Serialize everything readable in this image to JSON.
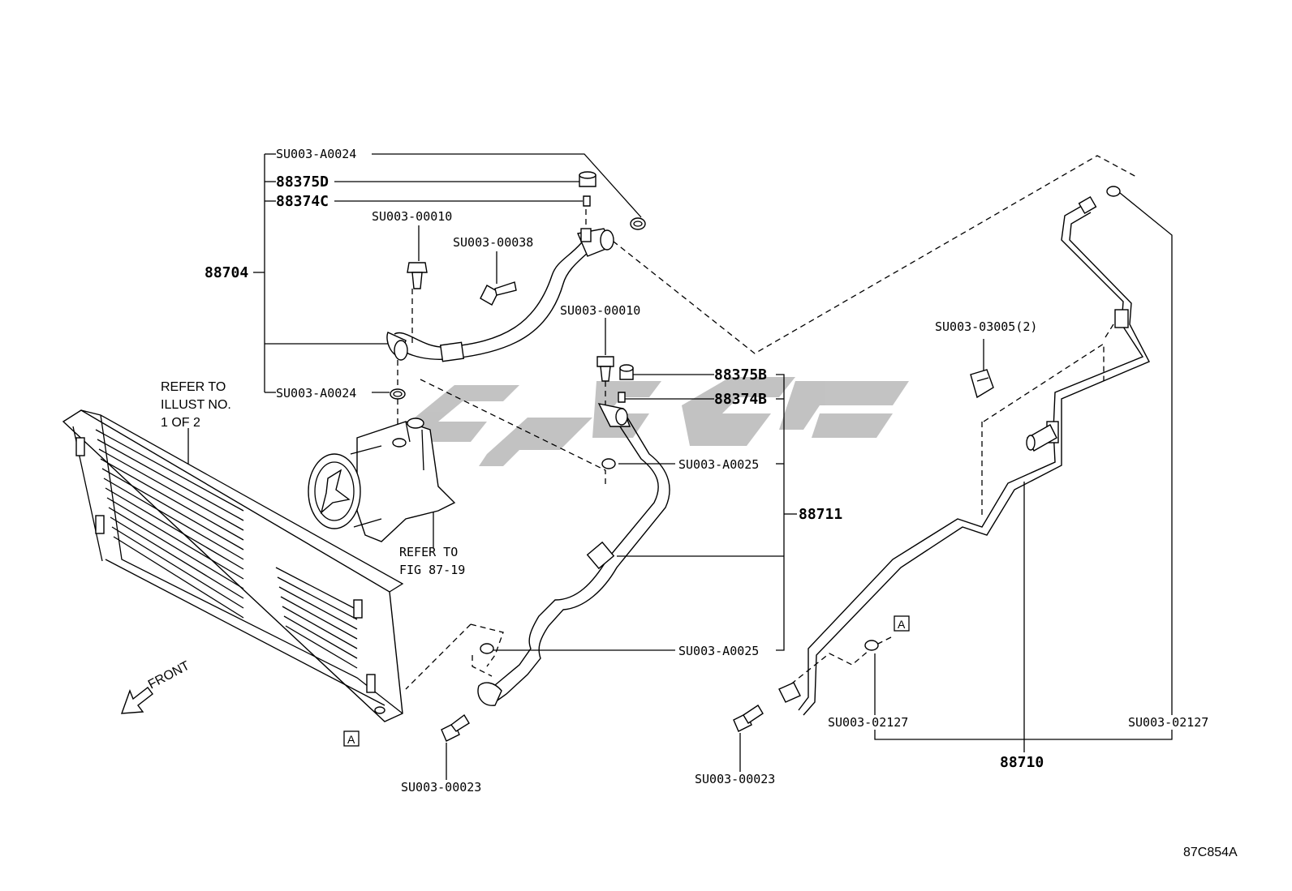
{
  "labels": {
    "su_a0024_top": "SU003-A0024",
    "p88375d": "88375D",
    "p88374c": "88374C",
    "su_00010_a": "SU003-00010",
    "su_00038": "SU003-00038",
    "p88704": "88704",
    "su_a0024_bottom": "SU003-A0024",
    "su_00010_b": "SU003-00010",
    "p88375b": "88375B",
    "p88374b": "88374B",
    "su_a0025_top": "SU003-A0025",
    "p88711": "88711",
    "su_a0025_bottom": "SU003-A0025",
    "su_00023_left": "SU003-00023",
    "su_00023_right": "SU003-00023",
    "su_03005": "SU003-03005(2)",
    "su_02127_left": "SU003-02127",
    "su_02127_right": "SU003-02127",
    "p88710": "88710",
    "refer_illust_1": "REFER TO",
    "refer_illust_2": "ILLUST NO.",
    "refer_illust_3": "1 OF 2",
    "refer_fig_1": "REFER TO",
    "refer_fig_2": "FIG 87-19",
    "front": "FRONT",
    "box_a_left": "A",
    "box_a_right": "A",
    "figure_id": "87C854A"
  },
  "colors": {
    "line": "#000000",
    "watermark": "#b8b8b8"
  }
}
